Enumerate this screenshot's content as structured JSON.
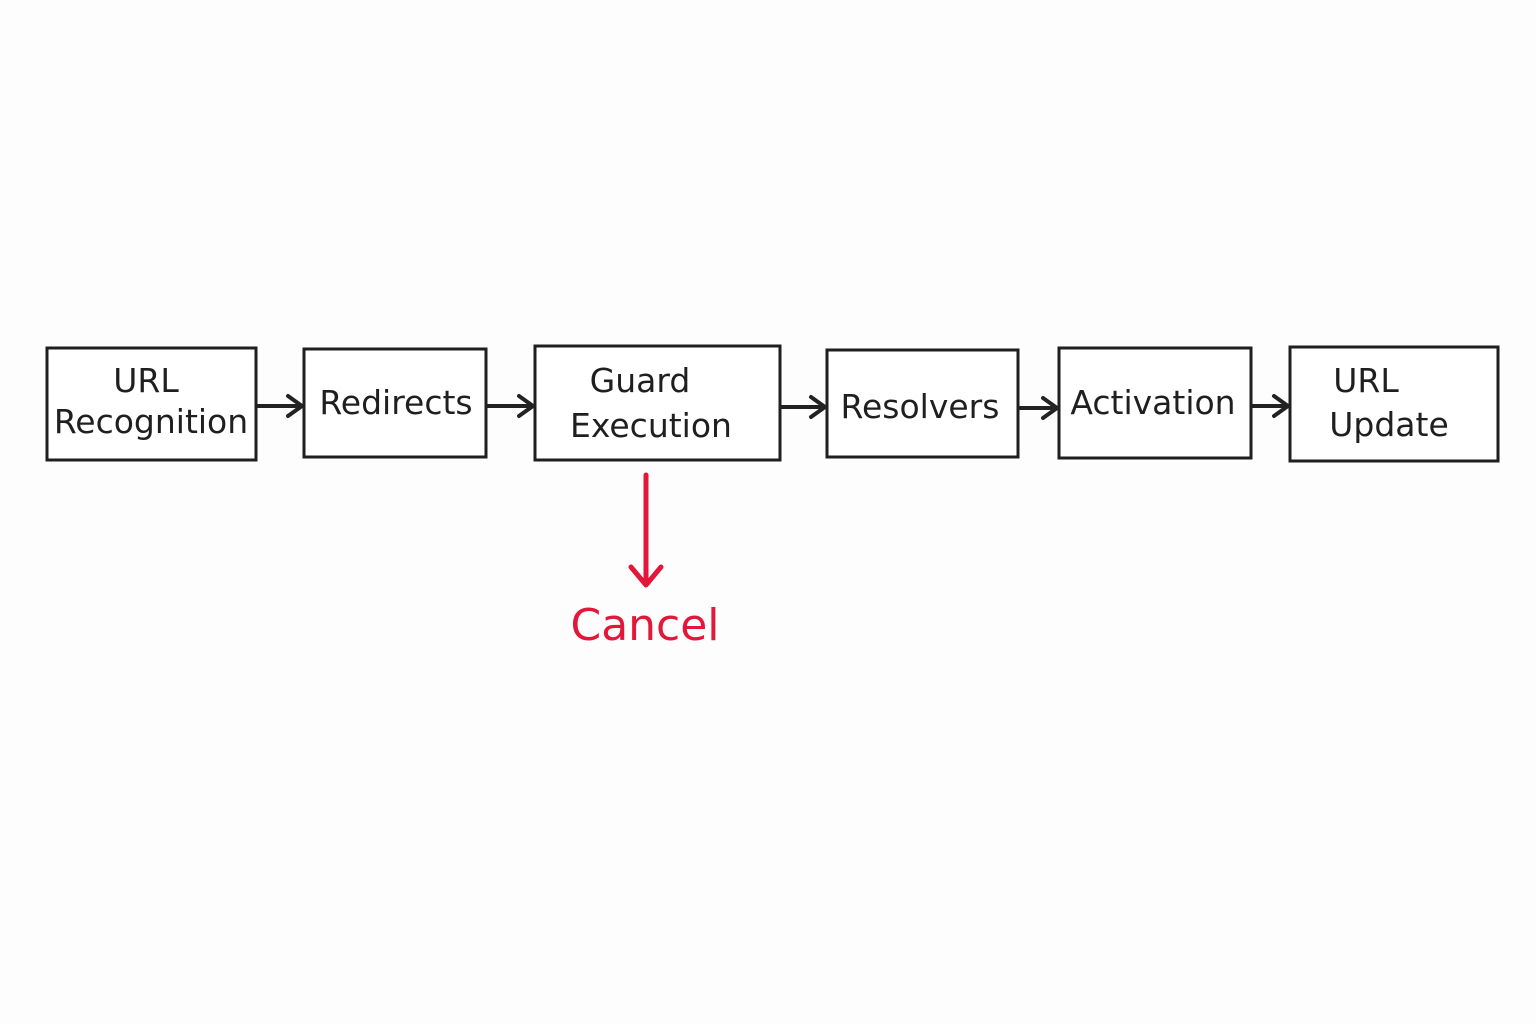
{
  "steps": [
    {
      "line1": "URL",
      "line2": "Recognition"
    },
    {
      "line1": "Redirects",
      "line2": ""
    },
    {
      "line1": "Guard",
      "line2": "Execution"
    },
    {
      "line1": "Resolvers",
      "line2": ""
    },
    {
      "line1": "Activation",
      "line2": ""
    },
    {
      "line1": "URL",
      "line2": "Update"
    }
  ],
  "cancel": {
    "label": "Cancel",
    "color": "#e3173a"
  },
  "colors": {
    "stroke": "#1f1f1f",
    "arrow": "#222222",
    "background": "#fdfdfd"
  }
}
